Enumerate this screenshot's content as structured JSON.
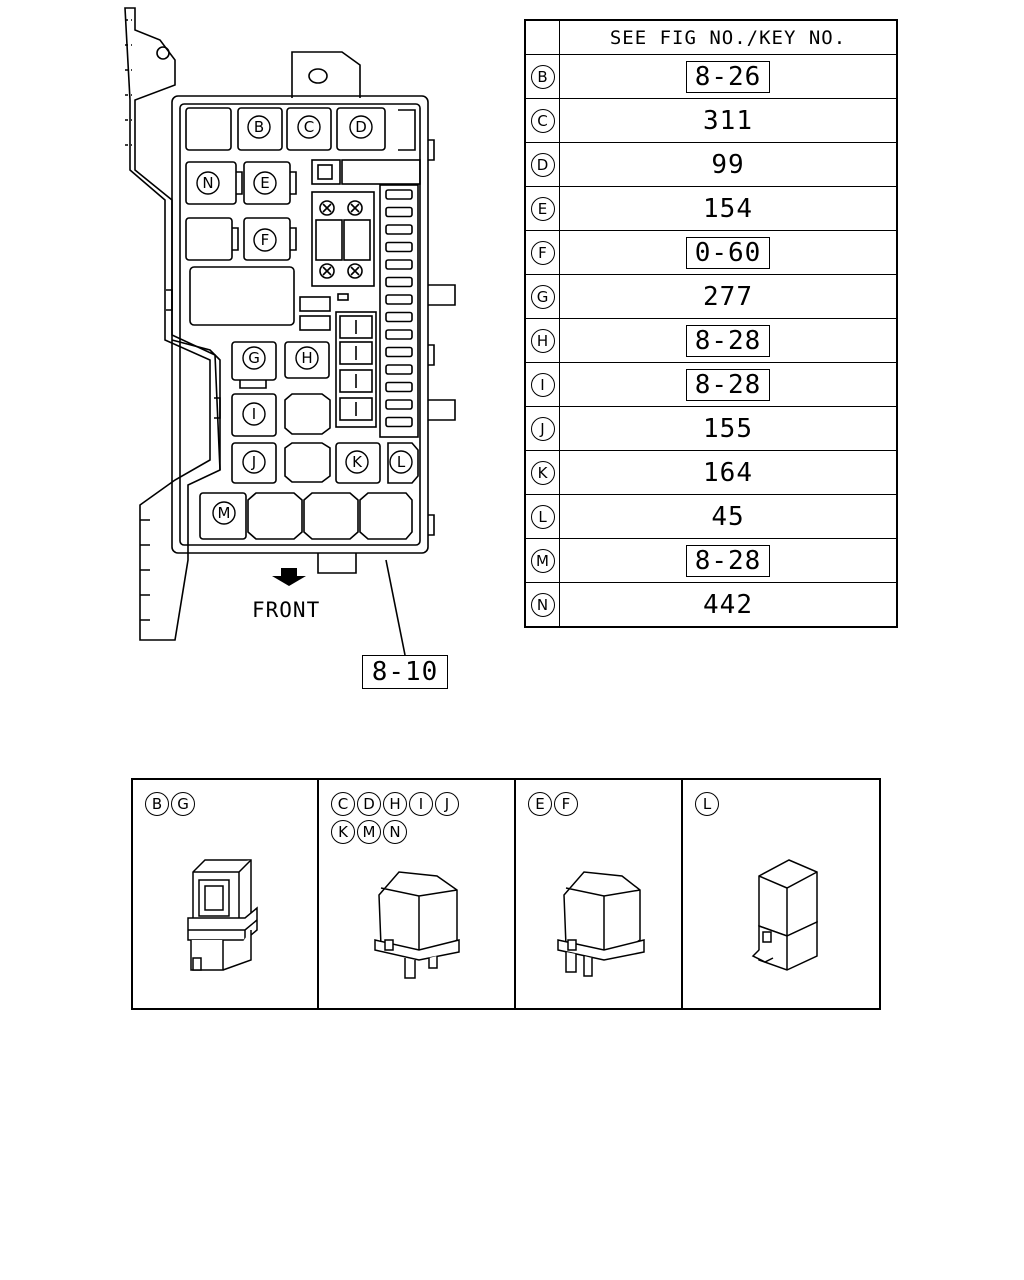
{
  "table": {
    "header": "SEE FIG NO./KEY NO.",
    "rows": [
      {
        "key": "B",
        "ref": "8-26",
        "boxed": true
      },
      {
        "key": "C",
        "ref": "311",
        "boxed": false
      },
      {
        "key": "D",
        "ref": "99",
        "boxed": false
      },
      {
        "key": "E",
        "ref": "154",
        "boxed": false
      },
      {
        "key": "F",
        "ref": "0-60",
        "boxed": true
      },
      {
        "key": "G",
        "ref": "277",
        "boxed": false
      },
      {
        "key": "H",
        "ref": "8-28",
        "boxed": true
      },
      {
        "key": "I",
        "ref": "8-28",
        "boxed": true
      },
      {
        "key": "J",
        "ref": "155",
        "boxed": false
      },
      {
        "key": "K",
        "ref": "164",
        "boxed": false
      },
      {
        "key": "L",
        "ref": "45",
        "boxed": false
      },
      {
        "key": "M",
        "ref": "8-28",
        "boxed": true
      },
      {
        "key": "N",
        "ref": "442",
        "boxed": false
      }
    ]
  },
  "diagram": {
    "front_label": "FRONT",
    "callout": "8-10",
    "positions": {
      "B": "B",
      "C": "C",
      "D": "D",
      "N": "N",
      "E": "E",
      "F": "F",
      "G": "G",
      "H": "H",
      "I": "I",
      "J": "J",
      "K": "K",
      "L": "L",
      "M": "M"
    }
  },
  "relay_types": [
    {
      "keys": [
        "B",
        "G"
      ]
    },
    {
      "keys": [
        "C",
        "D",
        "H",
        "I",
        "J",
        "K",
        "M",
        "N"
      ]
    },
    {
      "keys": [
        "E",
        "F"
      ]
    },
    {
      "keys": [
        "L"
      ]
    }
  ]
}
